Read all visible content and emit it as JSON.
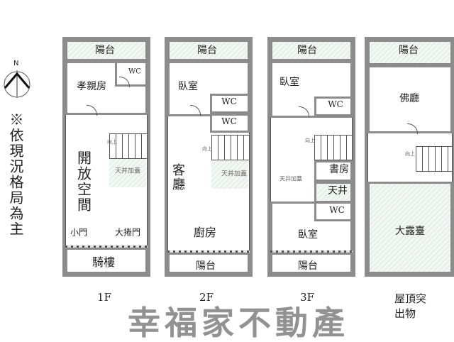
{
  "compass": {
    "north": "N"
  },
  "note": "※依現況格局為主",
  "floors": {
    "f1": {
      "label": "1F",
      "balcony": "陽台",
      "bedroom": "孝親房",
      "wc": "WC",
      "open_space": "開放空間",
      "skylight": "天井加蓋",
      "stairs_up": "向上",
      "small_door": "小門",
      "rolling_door": "大捲門",
      "arcade": "騎樓"
    },
    "f2": {
      "label": "2F",
      "balcony_top": "陽台",
      "bedroom": "臥室",
      "wc1": "WC",
      "wc2": "WC",
      "living": "客廳",
      "skylight": "天井加蓋",
      "stairs_up": "向上",
      "kitchen": "廚房",
      "balcony_bottom": "陽台"
    },
    "f3": {
      "label": "3F",
      "balcony_top": "陽台",
      "bedroom_top": "臥室",
      "wc1": "WC",
      "study": "書房",
      "skylight_cover": "天井加蓋",
      "skylight": "天井",
      "stairs_up": "向上",
      "bedroom_bottom": "臥室",
      "wc2": "WC",
      "balcony_bottom": "陽台"
    },
    "roof": {
      "label": "屋頂突出物",
      "balcony": "陽台",
      "shrine": "佛廳",
      "stairs_up": "向上",
      "terrace": "大露臺"
    }
  },
  "watermark": "幸福家不動產"
}
